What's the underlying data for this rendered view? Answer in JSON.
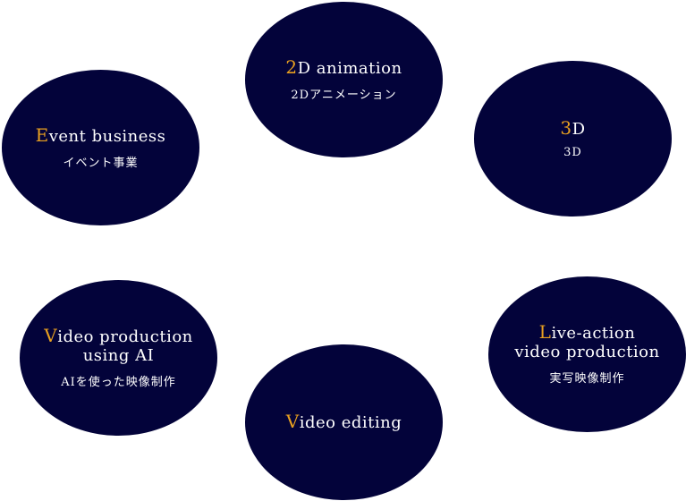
{
  "accent_color": "#e8a020",
  "bubble_color": "#03033a",
  "services": [
    {
      "accent": "2",
      "rest": "D animation",
      "sub": "2Dアニメーション"
    },
    {
      "accent": "E",
      "rest": "vent business",
      "sub": "イベント事業"
    },
    {
      "accent": "3",
      "rest": "D",
      "sub": "3D"
    },
    {
      "accent": "V",
      "rest": "ideo production\nusing AI",
      "sub": "AIを使った映像制作"
    },
    {
      "accent": "V",
      "rest": "ideo editing",
      "sub": ""
    },
    {
      "accent": "L",
      "rest": "ive-action\nvideo production",
      "sub": "実写映像制作"
    }
  ]
}
